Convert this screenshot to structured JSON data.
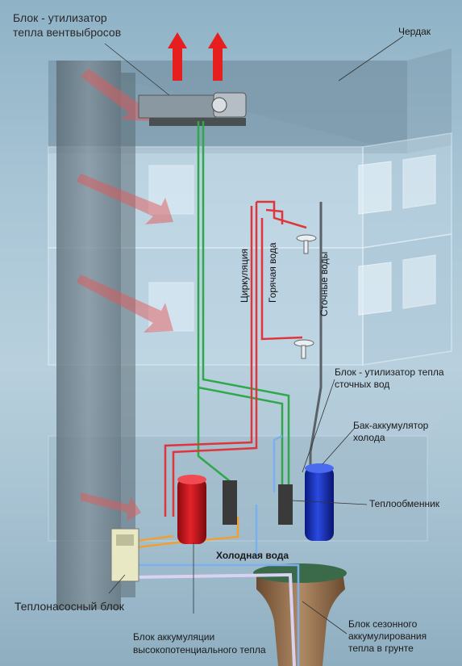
{
  "labels": {
    "vent_unit_line1": "Блок - утилизатор",
    "vent_unit_line2": "тепла вентвыбросов",
    "attic": "Чердак",
    "circulation": "Циркуляция",
    "hot_water": "Горячая вода",
    "waste_water": "Сточные воды",
    "waste_unit_line1": "Блок - утилизатор тепла",
    "waste_unit_line2": "сточных вод",
    "cold_tank_line1": "Бак-аккумулятор",
    "cold_tank_line2": "холода",
    "heat_exchanger": "Теплообменник",
    "cold_water": "Холодная вода",
    "heat_pump": "Теплонасосный блок",
    "hp_accum_line1": "Блок аккумуляции",
    "hp_accum_line2": "высокопотенциального тепла",
    "seasonal_line1": "Блок сезонного",
    "seasonal_line2": "аккумулирования",
    "seasonal_line3": "тепла в грунте"
  },
  "colors": {
    "hot_pipe": "#e0353a",
    "green_pipe": "#2ea84a",
    "blue_pipe": "#6ea8e8",
    "orange_pipe": "#f0a030",
    "red_tank": "#d8131c",
    "blue_tank": "#1230c8",
    "arrow_red": "#e61e1e"
  }
}
